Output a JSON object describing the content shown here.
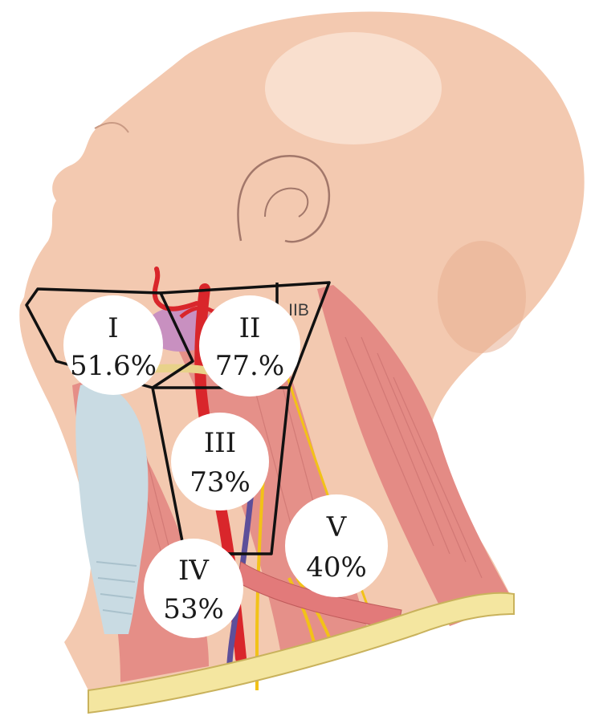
{
  "zones": [
    {
      "id": "I",
      "label": "I",
      "value": "51.6%"
    },
    {
      "id": "II",
      "label": "II",
      "value": "77.%"
    },
    {
      "id": "III",
      "label": "III",
      "value": "73%"
    },
    {
      "id": "IV",
      "label": "IV",
      "value": "53%"
    },
    {
      "id": "V",
      "label": "V",
      "value": "40%"
    }
  ],
  "sublevel_label": "IIB",
  "colors": {
    "skin": "#f3c9b0",
    "skin_shadow": "#e7ae92",
    "muscle": "#e48b85",
    "muscle_dark": "#c85f5c",
    "artery": "#d9262b",
    "vein": "#5d4f9a",
    "nerve": "#f2c218",
    "cartilage": "#c9dbe3",
    "gland": "#c890c0",
    "clavicle": "#f4e6a0",
    "outline": "#111111",
    "circle": "#ffffff"
  }
}
